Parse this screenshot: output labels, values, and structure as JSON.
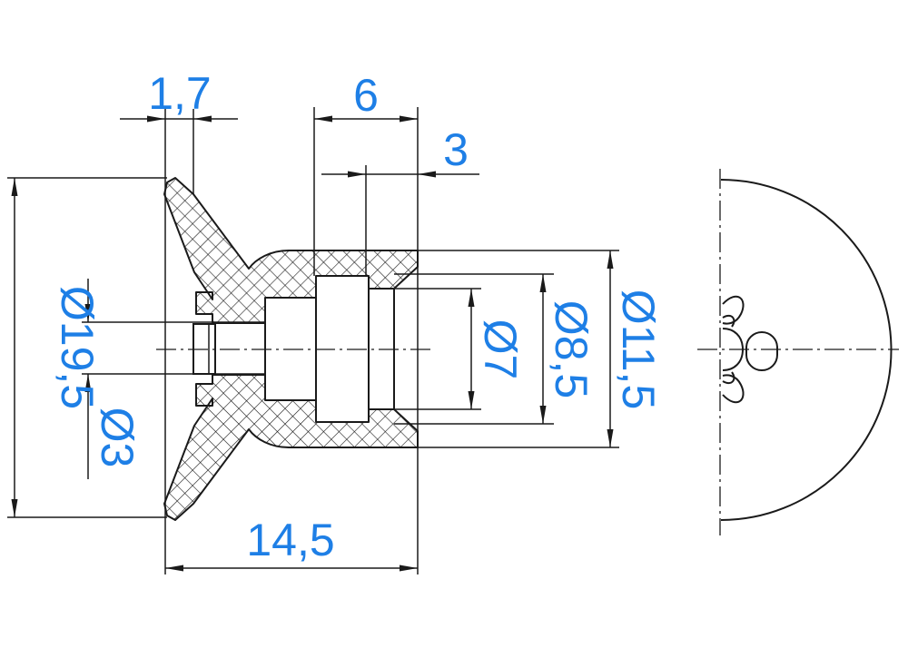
{
  "colors": {
    "dimension_text": "#1e7fe6",
    "line": "#1a1a1a",
    "background": "#ffffff"
  },
  "dimensions": {
    "flange_thickness": "1,7",
    "bore_length": "6",
    "bore_step_length": "3",
    "outer_diameter": "Ø19,5",
    "hole_diameter": "Ø3",
    "overall_length": "14,5",
    "inner_diameter": "Ø7",
    "bore_diameter": "Ø8,5",
    "body_diameter": "Ø11,5"
  }
}
